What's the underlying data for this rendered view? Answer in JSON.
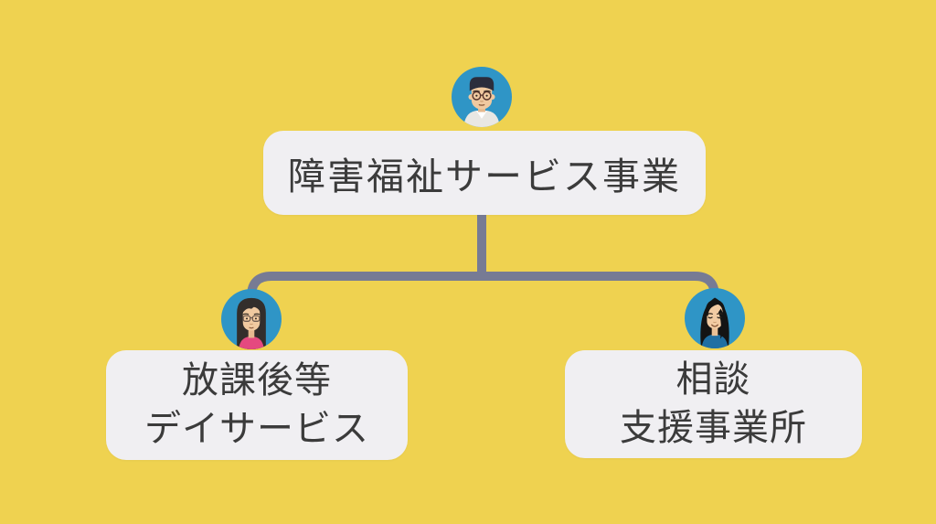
{
  "org": {
    "root": {
      "label": "障害福祉サービス事業",
      "avatar": "man-glasses-avatar"
    },
    "children": [
      {
        "line1": "放課後等",
        "line2": "デイサービス",
        "avatar": "woman-long-hair-glasses-avatar"
      },
      {
        "line1": "相談",
        "line2": "支援事業所",
        "avatar": "woman-tied-hair-avatar"
      }
    ]
  },
  "colors": {
    "background": "#EFD250",
    "node_background": "#F0EFF2",
    "node_text": "#3B3B3B",
    "connector": "#777B94",
    "avatar_circle": "#2F95C6"
  }
}
